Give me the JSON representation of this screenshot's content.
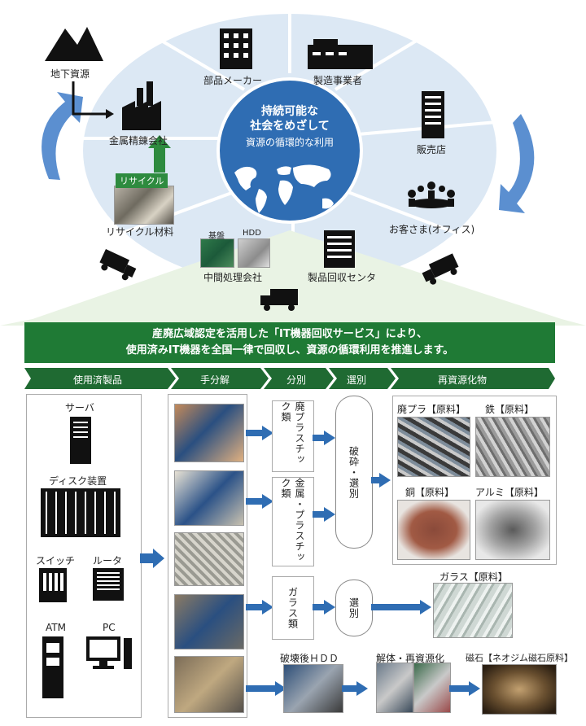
{
  "cycle": {
    "center_title_1": "持続可能な",
    "center_title_2": "社会をめざして",
    "center_sub": "資源の循環的な利用",
    "nodes": {
      "underground": "地下資源",
      "parts_maker": "部品メーカー",
      "manufacturer": "製造事業者",
      "smelting": "金属精錬会社",
      "retailer": "販売店",
      "recycle_material": "リサイクル材料",
      "customer": "お客さま(オフィス)",
      "intermediate": "中間処理会社",
      "collection_center": "製品回収センタ",
      "recycle_tag": "リサイクル",
      "board": "基盤",
      "hdd": "HDD"
    }
  },
  "banner": {
    "line1": "産廃広域認定を活用した「IT機器回収サービス」により、",
    "line2": "使用済みIT機器を全国一律で回収し、資源の循環利用を推進します。"
  },
  "steps": [
    "使用済製品",
    "手分解",
    "分別",
    "選別",
    "再資源化物"
  ],
  "products": {
    "server": "サーバ",
    "disk": "ディスク装置",
    "switch": "スイッチ",
    "router": "ルータ",
    "atm": "ATM",
    "pc": "PC"
  },
  "sort": {
    "waste_plastic": "廃プラスチック類",
    "metal_plastic": "金属・プラスチック類",
    "glass": "ガラス類",
    "crush_select": "破砕・選別",
    "select": "選別"
  },
  "outputs": {
    "waste_plastic": "廃プラ【原料】",
    "iron": "鉄【原料】",
    "copper": "銅【原料】",
    "aluminum": "アルミ【原料】",
    "glass": "ガラス【原料】",
    "hdd_after": "破壊後ＨＤＤ",
    "dismantle": "解体・再資源化",
    "magnet": "磁石【ネオジム磁石原料】"
  },
  "colors": {
    "ring": "#dce8f4",
    "center": "#2f6db3",
    "banner": "#1f7a35",
    "arrow": "#2f6db3"
  }
}
